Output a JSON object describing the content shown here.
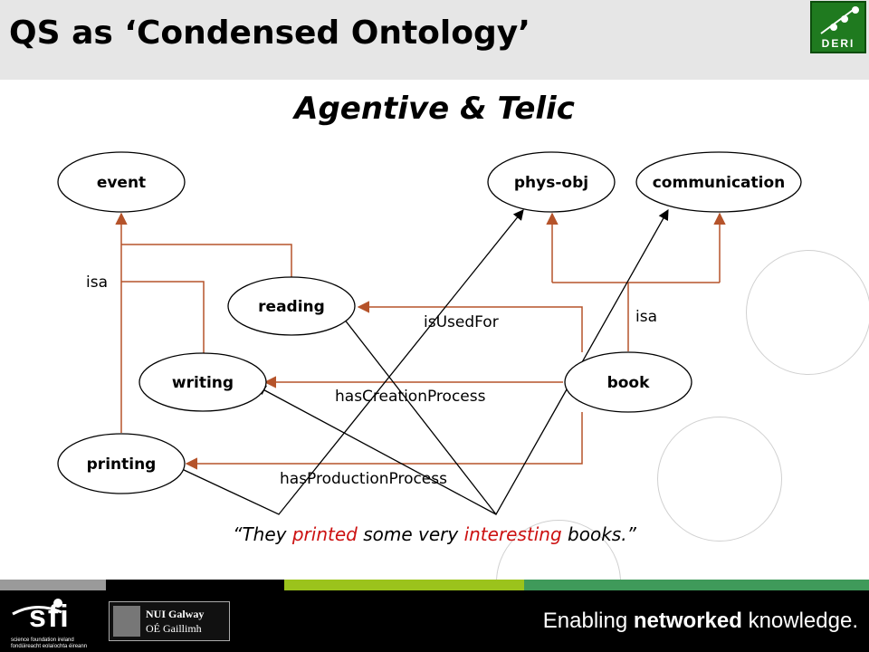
{
  "slide": {
    "title": "QS as ‘Condensed Ontology’",
    "subtitle": "Agentive  & Telic"
  },
  "diagram": {
    "nodes": {
      "event": "event",
      "phys_obj": "phys-obj",
      "communication": "communication",
      "reading": "reading",
      "writing": "writing",
      "book": "book",
      "printing": "printing"
    },
    "edge_labels": {
      "isa_left": "isa",
      "isa_right": "isa",
      "is_used_for": "isUsedFor",
      "has_creation_process": "hasCreationProcess",
      "has_production_process": "hasProductionProcess"
    },
    "colors": {
      "relation_edge": "#b5532a",
      "mapping_line": "#000000",
      "highlight_word": "#cc1111"
    }
  },
  "sentence": {
    "open": "“They ",
    "printed": "printed",
    "middle": " some very ",
    "interesting": "interesting",
    "close": " books.”"
  },
  "logos": {
    "deri": "DERI",
    "sfi": "sfi",
    "sfi_caption_1": "science foundation ireland",
    "sfi_caption_2": "fondúireacht eolaíochta éireann",
    "nuig_line1": "NUI Galway",
    "nuig_line2": "OÉ Gaillimh"
  },
  "footer": {
    "tagline_1": "Enabling ",
    "tagline_bold": "networked",
    "tagline_2": " knowledge."
  }
}
